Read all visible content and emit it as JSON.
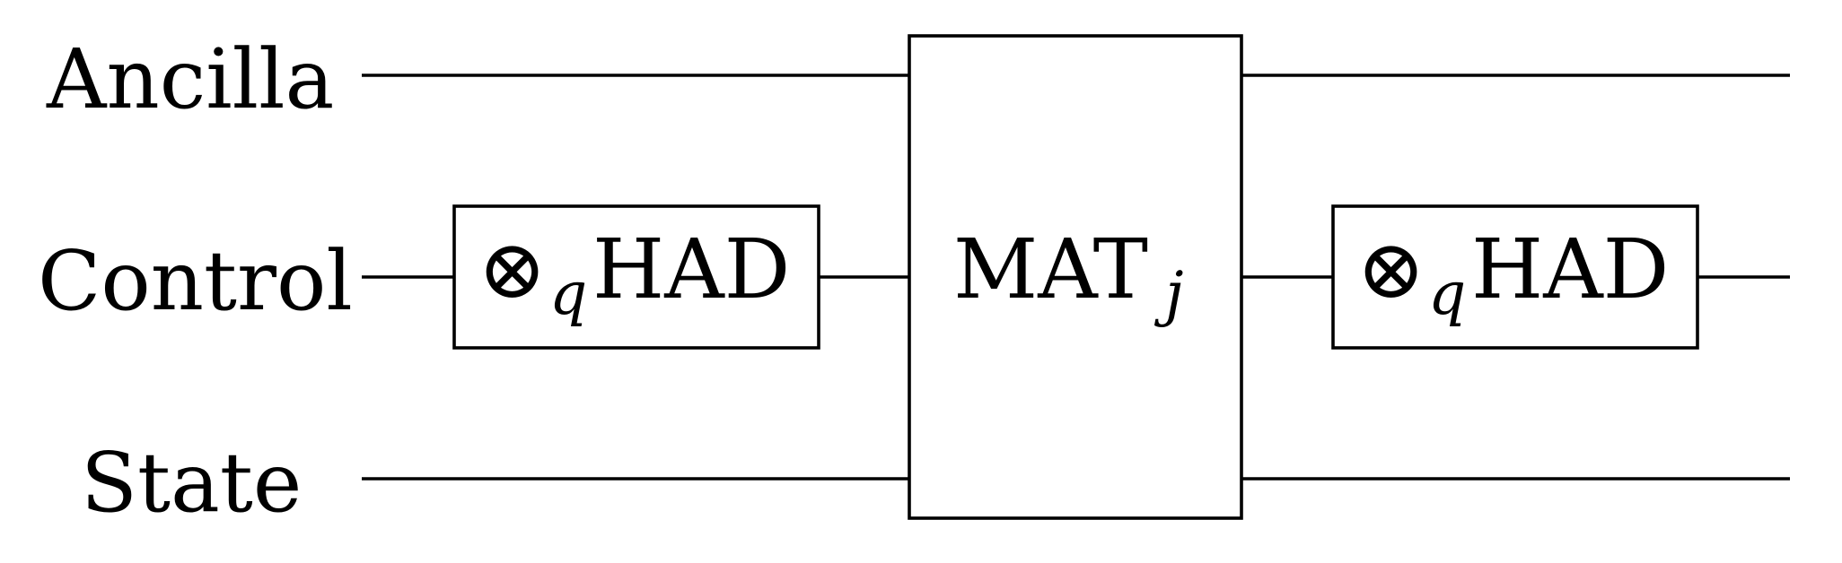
{
  "diagram": {
    "type": "quantum-circuit",
    "wires": [
      {
        "id": "ancilla",
        "label": "Ancilla"
      },
      {
        "id": "control",
        "label": "Control"
      },
      {
        "id": "state",
        "label": "State"
      }
    ],
    "gates": [
      {
        "id": "had-left",
        "symbol": "⊗",
        "subscript": "q",
        "name": "HAD",
        "wires": [
          "control"
        ]
      },
      {
        "id": "mat",
        "name": "MAT",
        "subscript": "j",
        "wires": [
          "ancilla",
          "control",
          "state"
        ]
      },
      {
        "id": "had-right",
        "symbol": "⊗",
        "subscript": "q",
        "name": "HAD",
        "wires": [
          "control"
        ]
      }
    ]
  }
}
